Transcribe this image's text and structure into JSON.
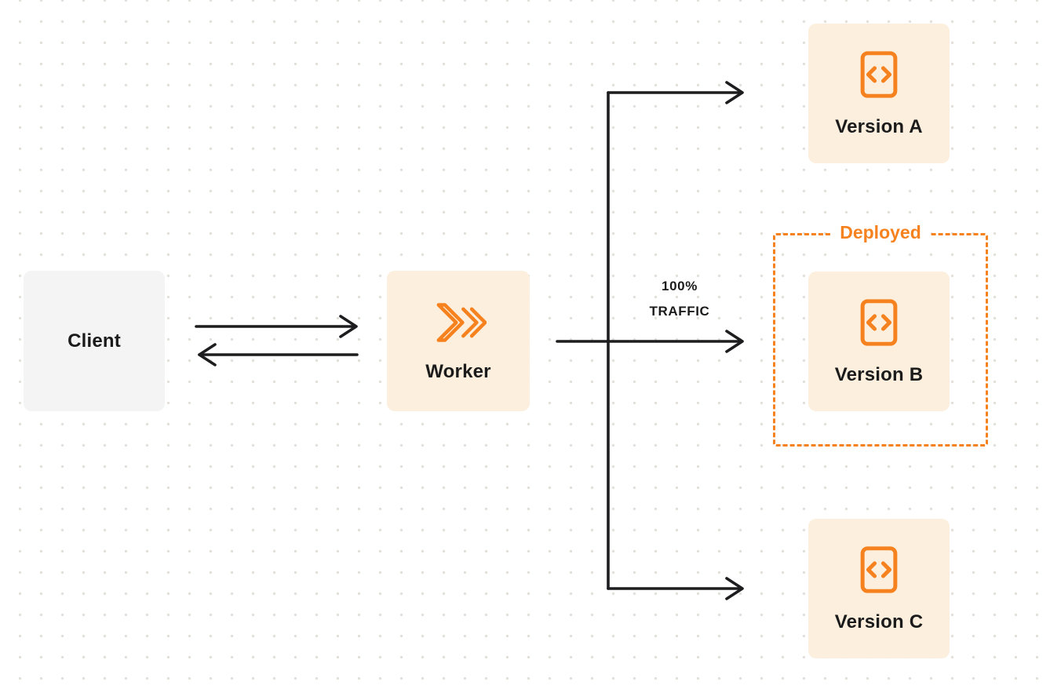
{
  "diagram": {
    "client": {
      "label": "Client"
    },
    "worker": {
      "label": "Worker",
      "icon": "cloudflare-worker-icon"
    },
    "traffic": {
      "line1": "100%",
      "line2": "TRAFFIC"
    },
    "deployed_label": "Deployed",
    "versions": [
      {
        "label": "Version A",
        "icon": "code-icon"
      },
      {
        "label": "Version B",
        "icon": "code-icon",
        "deployed": true
      },
      {
        "label": "Version C",
        "icon": "code-icon"
      }
    ],
    "edges": [
      {
        "from": "client",
        "to": "worker",
        "direction": "right"
      },
      {
        "from": "worker",
        "to": "client",
        "direction": "left"
      },
      {
        "from": "worker",
        "to": "version-a"
      },
      {
        "from": "worker",
        "to": "version-b",
        "label": "100% TRAFFIC"
      },
      {
        "from": "worker",
        "to": "version-c"
      }
    ]
  },
  "colors": {
    "accent": "#F6821F",
    "box_fill": "#FCEFDD",
    "client_fill": "#F4F4F5",
    "line": "#1D1D1F",
    "text": "#1B1B1B",
    "bg": "#FFFFFF",
    "dot": "#E3E0DB"
  }
}
